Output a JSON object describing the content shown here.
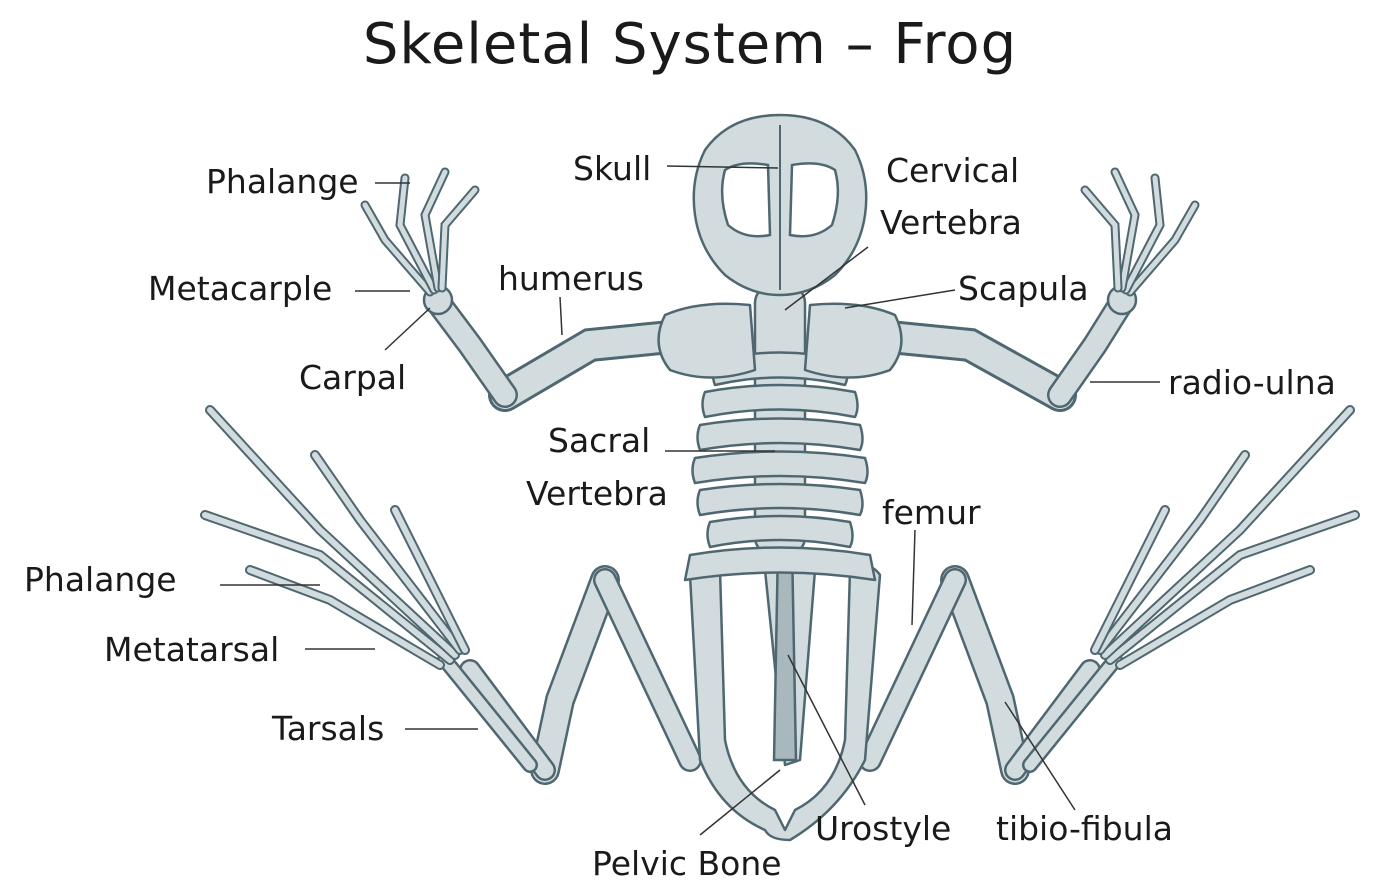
{
  "title": "Skeletal System – Frog",
  "labels": {
    "phalange_hand": "Phalange",
    "metacarple": "Metacarple",
    "carpal": "Carpal",
    "humerus": "humerus",
    "skull": "Skull",
    "cervical_line1": "Cervical",
    "cervical_line2": "Vertebra",
    "scapula": "Scapula",
    "radio_ulna": "radio-ulna",
    "sacral_line1": "Sacral",
    "sacral_line2": "Vertebra",
    "femur": "femur",
    "phalange_foot": "Phalange",
    "metatarsal": "Metatarsal",
    "tarsals": "Tarsals",
    "urostyle": "Urostyle",
    "tibio_fibula": "tibio-fibula",
    "pelvic_bone": "Pelvic Bone"
  },
  "colors": {
    "bone_fill": "#d2dcdf",
    "bone_outline": "#4f6770",
    "text": "#1a1a1a"
  }
}
